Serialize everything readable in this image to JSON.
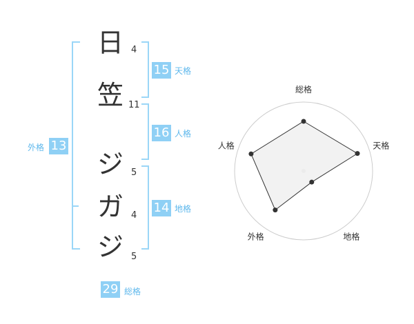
{
  "name_chars": [
    {
      "char": "日",
      "strokes": "4"
    },
    {
      "char": "笠",
      "strokes": "11"
    },
    {
      "char": "ジ",
      "strokes": "5"
    },
    {
      "char": "ガ",
      "strokes": "4"
    },
    {
      "char": "ジ",
      "strokes": "5"
    }
  ],
  "kaku": {
    "tenkaku": {
      "label": "天格",
      "value": "15"
    },
    "jinkaku": {
      "label": "人格",
      "value": "16"
    },
    "chikaku": {
      "label": "地格",
      "value": "14"
    },
    "gaikaku": {
      "label": "外格",
      "value": "13"
    },
    "soukaku": {
      "label": "総格",
      "value": "29"
    }
  },
  "chart_data": {
    "type": "radar",
    "axes": [
      "総格",
      "天格",
      "地格",
      "外格",
      "人格"
    ],
    "values": [
      0.72,
      0.82,
      0.2,
      0.7,
      0.8
    ],
    "rings": 5,
    "colors": {
      "fill": "#f0f0f0",
      "line": "#333333",
      "ring": "#cccccc",
      "point": "#333333"
    }
  }
}
